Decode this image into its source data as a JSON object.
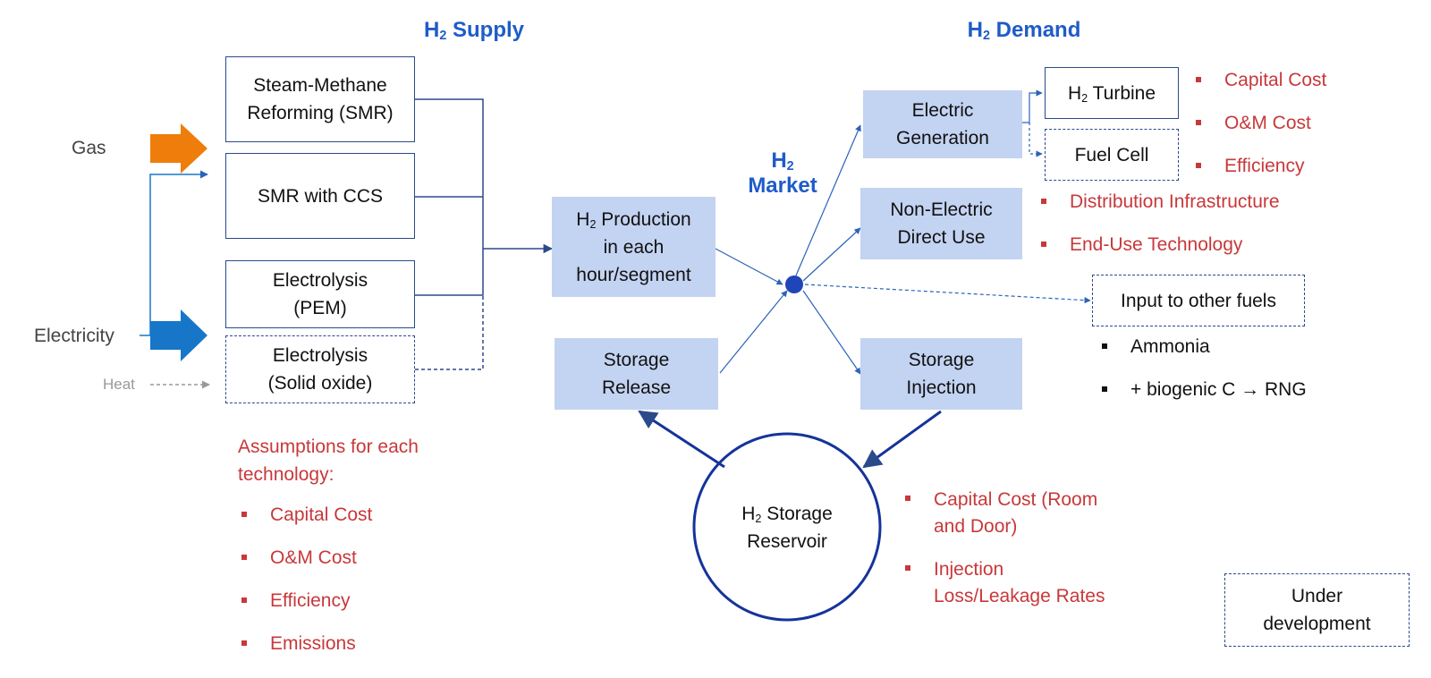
{
  "headers": {
    "supply": {
      "pre": "H",
      "sub": "2",
      "post": " Supply"
    },
    "demand": {
      "pre": "H",
      "sub": "2",
      "post": " Demand"
    },
    "market": {
      "pre": "H",
      "sub": "2",
      "post": "Market"
    }
  },
  "inputs": {
    "gas": "Gas",
    "electricity": "Electricity",
    "heat": "Heat"
  },
  "supply_boxes": {
    "smr": [
      "Steam-Methane",
      "Reforming (SMR)"
    ],
    "smr_ccs": [
      "SMR with CCS"
    ],
    "pem": [
      "Electrolysis",
      "(PEM)"
    ],
    "solid_oxide": [
      "Electrolysis",
      "(Solid oxide)"
    ]
  },
  "production": {
    "line1_pre": "H",
    "line1_sub": "2",
    "line1_post": " Production",
    "line2": "in each",
    "line3": "hour/segment"
  },
  "storage_release": [
    "Storage",
    "Release"
  ],
  "storage_injection": [
    "Storage",
    "Injection"
  ],
  "electric_generation": [
    "Electric",
    "Generation"
  ],
  "non_electric": [
    "Non-Electric",
    "Direct Use"
  ],
  "turbine": {
    "pre": "H",
    "sub": "2",
    "post": " Turbine"
  },
  "fuel_cell": "Fuel Cell",
  "input_other": "Input to other fuels",
  "reservoir": {
    "line1_pre": "H",
    "line1_sub": "2",
    "line1_post": " Storage",
    "line2": "Reservoir"
  },
  "supply_assumptions": {
    "title": [
      "Assumptions for each",
      "technology:"
    ],
    "items": [
      "Capital Cost",
      "O&M Cost",
      "Efficiency",
      "Emissions"
    ]
  },
  "turbine_assumptions": [
    "Capital Cost",
    "O&M Cost",
    "Efficiency"
  ],
  "nonelectric_assumptions": [
    "Distribution Infrastructure",
    "End-Use Technology"
  ],
  "other_fuels": [
    "Ammonia",
    "+ biogenic C → RNG"
  ],
  "storage_assumptions": [
    [
      "Capital Cost (Room",
      "and Door)"
    ],
    [
      "Injection",
      "Loss/Leakage Rates"
    ]
  ],
  "legend": [
    "Under",
    "development"
  ],
  "colors": {
    "gas_arrow": "#ef7d0b",
    "electricity_arrow": "#1776c8",
    "box_fill": "#c3d3f2",
    "dark_blue": "#15339a",
    "red_text": "#c8383a",
    "header_blue": "#1f5cc8"
  }
}
